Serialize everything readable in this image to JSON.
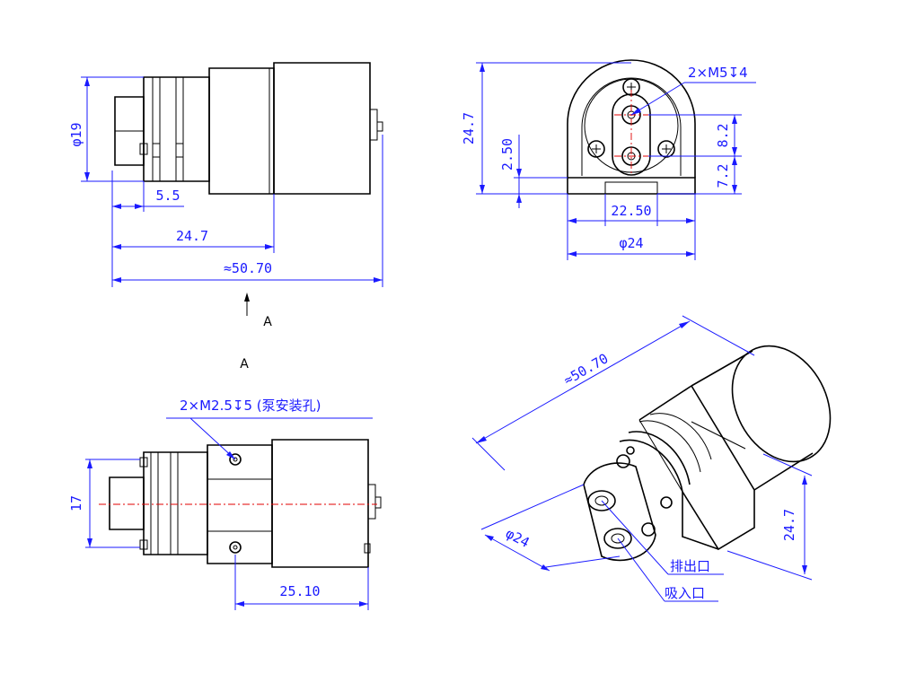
{
  "side_view": {
    "dia_body": "φ19",
    "len_head": "5.5",
    "len_pump": "24.7",
    "len_total": "≈50.70",
    "view_label": "A"
  },
  "front_view": {
    "holes": "2×M5↧4",
    "height": "24.7",
    "foot_h": "2.50",
    "upper_gap": "8.2",
    "lower_gap": "7.2",
    "width_base": "22.50",
    "dia": "φ24"
  },
  "bottom_view": {
    "view_label": "A",
    "holes": "2×M2.5↧5 (泵安装孔)",
    "width": "17",
    "hole_spacing": "25.10"
  },
  "iso_view": {
    "length": "≈50.70",
    "dia": "φ24",
    "height": "24.7",
    "outlet": "排出口",
    "inlet": "吸入口"
  }
}
